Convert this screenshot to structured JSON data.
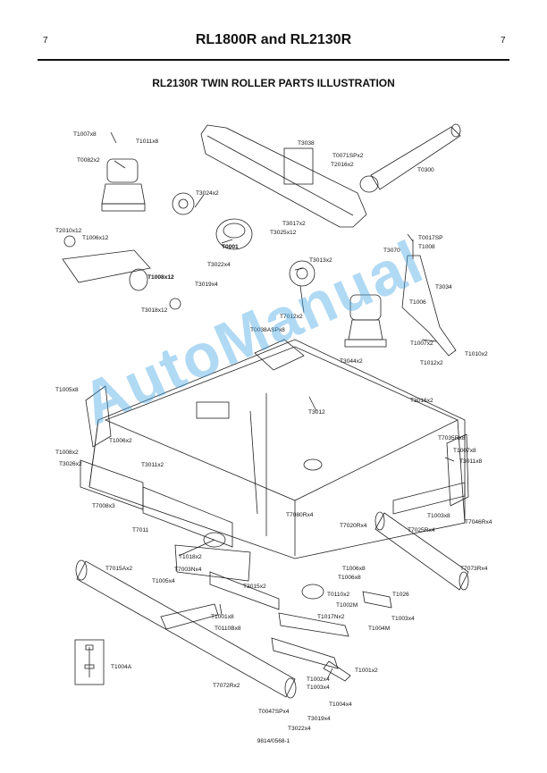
{
  "header": {
    "page_left": "7",
    "page_right": "7",
    "title": "RL1800R and RL2130R"
  },
  "section_title": "RL2130R TWIN ROLLER PARTS ILLUSTRATION",
  "callouts": [
    {
      "text": "T1007x8"
    },
    {
      "text": "T1011x8"
    },
    {
      "text": "T0082x2"
    },
    {
      "text": "T3038"
    },
    {
      "text": "T0071SPx2"
    },
    {
      "text": "T2016x2"
    },
    {
      "text": "T0300"
    },
    {
      "text": "T3024x2"
    },
    {
      "text": "T2010x12"
    },
    {
      "text": "T1006x12"
    },
    {
      "text": "T3017x2"
    },
    {
      "text": "T3025x12"
    },
    {
      "text": "T0001"
    },
    {
      "text": "T0017SP"
    },
    {
      "text": "T3070"
    },
    {
      "text": "T1008"
    },
    {
      "text": "T3022x4"
    },
    {
      "text": "T3013x2"
    },
    {
      "text": "T1008x12"
    },
    {
      "text": "T3019x4"
    },
    {
      "text": "T3034"
    },
    {
      "text": "T3018x12"
    },
    {
      "text": "T1006"
    },
    {
      "text": "T7012x2"
    },
    {
      "text": "T0038ASPx8"
    },
    {
      "text": "T1007x2"
    },
    {
      "text": "T1010x2"
    },
    {
      "text": "T3044x2"
    },
    {
      "text": "T1012x2"
    },
    {
      "text": "T1005x8"
    },
    {
      "text": "T3016x2"
    },
    {
      "text": "T3012"
    },
    {
      "text": "T7035Rx8"
    },
    {
      "text": "T1006x2"
    },
    {
      "text": "T1008x2"
    },
    {
      "text": "T1007x8"
    },
    {
      "text": "T3026x2"
    },
    {
      "text": "T3011x2"
    },
    {
      "text": "T3011x8"
    },
    {
      "text": "T7008x3"
    },
    {
      "text": "T7080Rx4"
    },
    {
      "text": "T7020Rx4"
    },
    {
      "text": "T1003x8"
    },
    {
      "text": "T7046Rx4"
    },
    {
      "text": "T7011"
    },
    {
      "text": "T7025Rx4"
    },
    {
      "text": "T1018x2"
    },
    {
      "text": "T7015Ax2"
    },
    {
      "text": "T7003Nx4"
    },
    {
      "text": "T1006x8"
    },
    {
      "text": "T1006x8"
    },
    {
      "text": "T7073Rx4"
    },
    {
      "text": "T1005x4"
    },
    {
      "text": "T3015x2"
    },
    {
      "text": "T0110x2"
    },
    {
      "text": "T1026"
    },
    {
      "text": "T1002M"
    },
    {
      "text": "T1003x4"
    },
    {
      "text": "T1001x8"
    },
    {
      "text": "T1017Nx2"
    },
    {
      "text": "T0110Bx8"
    },
    {
      "text": "T1004M"
    },
    {
      "text": "T1004A"
    },
    {
      "text": "T1001x2"
    },
    {
      "text": "T1002x4"
    },
    {
      "text": "T1003x4"
    },
    {
      "text": "T7072Rx2"
    },
    {
      "text": "T1004x4"
    },
    {
      "text": "T0047SPx4"
    },
    {
      "text": "T3019x4"
    },
    {
      "text": "T3022x4"
    }
  ],
  "footer_ref": "9814/0568-1",
  "watermark": "AutoManual",
  "colors": {
    "watermark": "#50aae6",
    "ink": "#111111"
  }
}
